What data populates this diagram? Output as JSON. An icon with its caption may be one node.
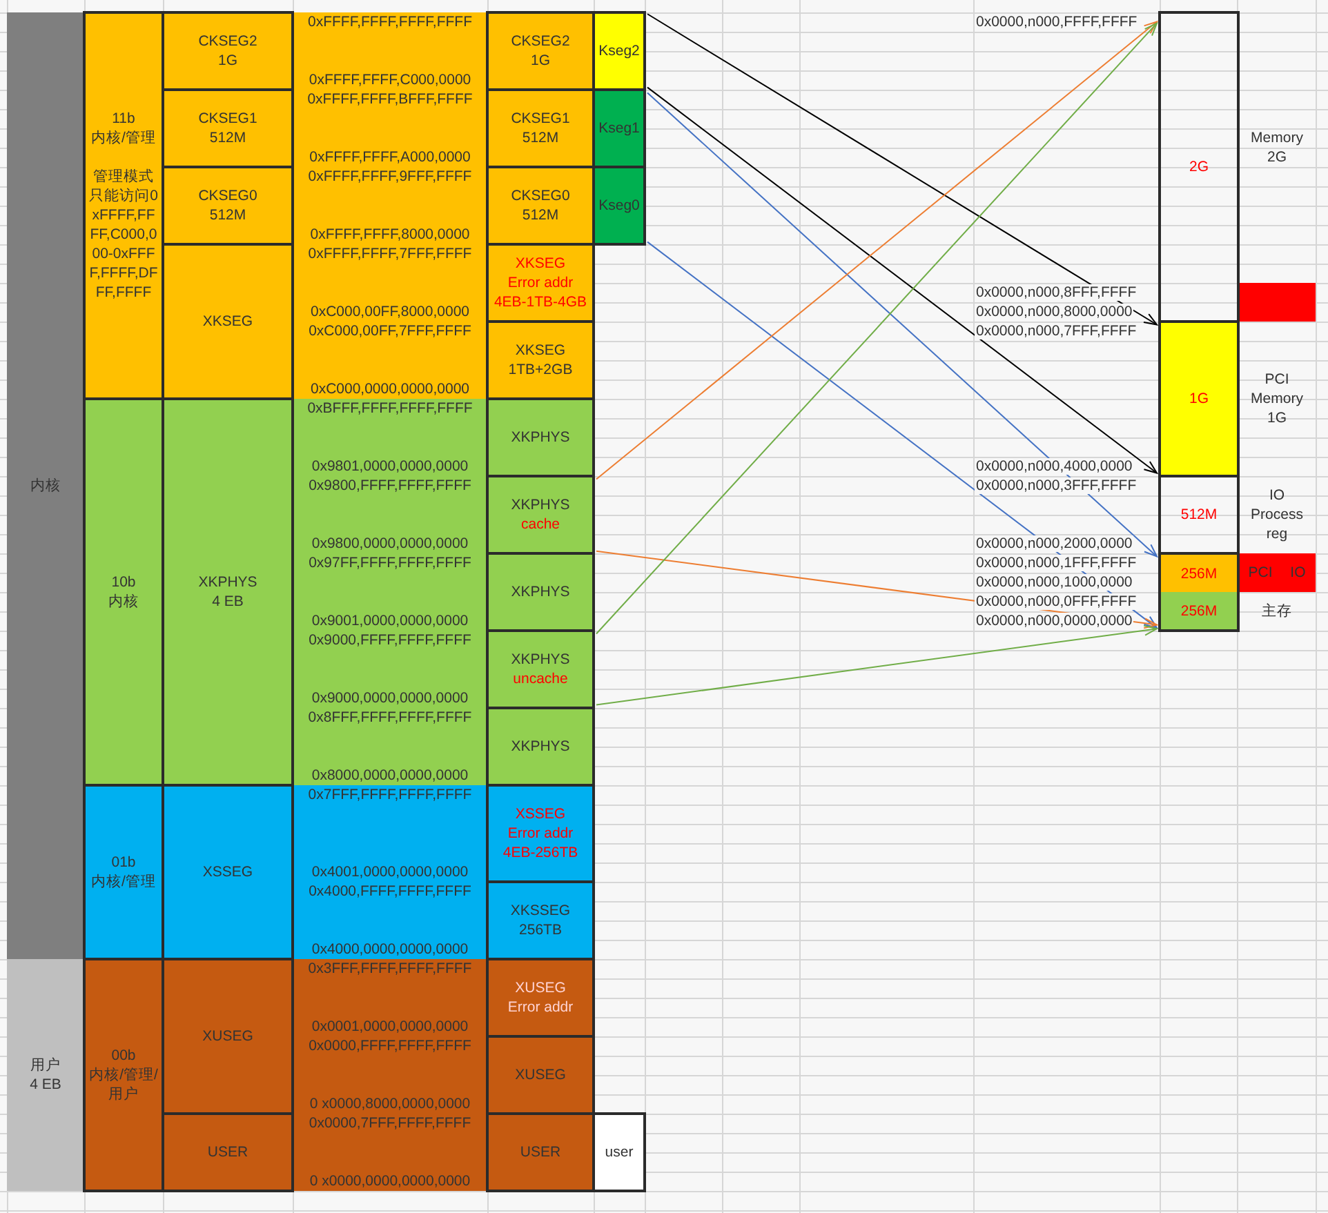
{
  "diagram": {
    "nodes": [
      {
        "text": [
          "内核"
        ]
      },
      {
        "text": [
          "11b",
          "内核/管理",
          "管理模式只能访问0xFFFF,FFFF,C000,000-0xFFFF,FFFF,DFFF,FFFF"
        ]
      },
      {
        "text": [
          "CKSEG2",
          "1G"
        ]
      },
      {
        "text": [
          "CKSEG1",
          "512M"
        ]
      },
      {
        "text": [
          "CKSEG0",
          "512M"
        ]
      },
      {
        "text": [
          "XKSEG"
        ]
      },
      {
        "text": [
          "0xFFFF,FFFF,FFFF,FFFF",
          "0xFFFF,FFFF,C000,0000",
          "0xFFFF,FFFF,BFFF,FFFF",
          "0xFFFF,FFFF,A000,0000",
          "0xFFFF,FFFF,9FFF,FFFF",
          "0xFFFF,FFFF,8000,0000",
          "0xFFFF,FFFF,7FFF,FFFF",
          "0xC000,00FF,8000,0000",
          "0xC000,00FF,7FFF,FFFF",
          "0xC000,0000,0000,0000"
        ]
      },
      {
        "text": [
          "CKSEG2",
          "1G"
        ]
      },
      {
        "text": [
          "CKSEG1",
          "512M"
        ]
      },
      {
        "text": [
          "CKSEG0",
          "512M"
        ]
      },
      {
        "text": [
          "XKSEG",
          "Error addr",
          "4EB-1TB-4GB"
        ]
      },
      {
        "text": [
          "XKSEG",
          "1TB+2GB"
        ]
      },
      {
        "text": [
          "Kseg2"
        ]
      },
      {
        "text": [
          "Kseg1"
        ]
      },
      {
        "text": [
          "Kseg0"
        ]
      },
      {
        "text": [
          "10b",
          "内核"
        ]
      },
      {
        "text": [
          "XKPHYS",
          "4 EB"
        ]
      },
      {
        "text": [
          "0xBFFF,FFFF,FFFF,FFFF",
          "0x9801,0000,0000,0000",
          "0x9800,FFFF,FFFF,FFFF",
          "0x9800,0000,0000,0000",
          "0x97FF,FFFF,FFFF,FFFF",
          "0x9001,0000,0000,0000",
          "0x9000,FFFF,FFFF,FFFF",
          "0x9000,0000,0000,0000",
          "0x8FFF,FFFF,FFFF,FFFF",
          "0x8000,0000,0000,0000"
        ]
      },
      {
        "text": [
          "XKPHYS"
        ]
      },
      {
        "text": [
          "XKPHYS",
          "cache"
        ]
      },
      {
        "text": [
          "XKPHYS"
        ]
      },
      {
        "text": [
          "XKPHYS",
          "uncache"
        ]
      },
      {
        "text": [
          "XKPHYS"
        ]
      },
      {
        "text": [
          "01b",
          "内核/管理"
        ]
      },
      {
        "text": [
          "XSSEG"
        ]
      },
      {
        "text": [
          "0x7FFF,FFFF,FFFF,FFFF",
          "0x4001,0000,0000,0000",
          "0x4000,FFFF,FFFF,FFFF",
          "0x4000,0000,0000,0000"
        ]
      },
      {
        "text": [
          "XSSEG",
          "Error addr",
          "4EB-256TB"
        ]
      },
      {
        "text": [
          "XKSSEG",
          "256TB"
        ]
      },
      {
        "text": [
          "用户",
          "4 EB"
        ]
      },
      {
        "text": [
          "00b",
          "内核/管理/用户"
        ]
      },
      {
        "text": [
          "XUSEG"
        ]
      },
      {
        "text": [
          "USER"
        ]
      },
      {
        "text": [
          "0x3FFF,FFFF,FFFF,FFFF",
          "0x0001,0000,0000,0000",
          "0x0000,FFFF,FFFF,FFFF",
          "0 x0000,8000,0000,0000",
          "0x0000,7FFF,FFFF,FFFF",
          "0 x0000,0000,0000,0000"
        ]
      },
      {
        "text": [
          "XUSEG",
          "Error addr"
        ]
      },
      {
        "text": [
          "XUSEG"
        ]
      },
      {
        "text": [
          "USER"
        ]
      },
      {
        "text": [
          "user"
        ]
      },
      {
        "text": [
          "2G"
        ],
        "beside": [
          "Memory 2G"
        ]
      },
      {
        "text": [],
        "shape": "box"
      },
      {
        "text": [
          "1G"
        ],
        "beside": [
          "PCI Memory 1G"
        ]
      },
      {
        "text": [
          "512M"
        ],
        "beside": [
          "IO Process reg"
        ]
      },
      {
        "text": [
          "PCI IO"
        ]
      },
      {
        "text": [
          "256M"
        ]
      },
      {
        "text": [
          "256M"
        ]
      }
    ],
    "edges": [
      {
        "from": 12,
        "to": 39,
        "arrow": "to"
      },
      {
        "from": 12,
        "to": 39,
        "arrow": "to"
      },
      {
        "from": 13,
        "to": 42,
        "arrow": "to",
        "color": "#4472c4"
      },
      {
        "from": 14,
        "to": 43,
        "arrow": "to",
        "color": "#4472c4"
      },
      {
        "from": 19,
        "to": 37,
        "arrow": "to",
        "color": "#ed7d31"
      },
      {
        "from": 19,
        "to": 43,
        "arrow": "to",
        "color": "#ed7d31"
      },
      {
        "from": 21,
        "to": 37,
        "arrow": "to",
        "color": "#70ad47"
      },
      {
        "from": 21,
        "to": 43,
        "arrow": "to",
        "color": "#70ad47"
      }
    ],
    "labels": [
      "0x0000,n000,FFFF,FFFF",
      "0x0000,n000,8FFF,FFFF",
      "0x0000,n000,8000,0000",
      "0x0000,n000,7FFF,FFFF",
      "0x0000,n000,4000,0000",
      "0x0000,n000,3FFF,FFFF",
      "0x0000,n000,2000,0000",
      "0x0000,n000,1FFF,FFFF",
      "0x0000,n000,1000,0000",
      "0x0000,n000,0FFF,FFFF",
      "0x0000,n000,0000,0000",
      "主存"
    ]
  }
}
